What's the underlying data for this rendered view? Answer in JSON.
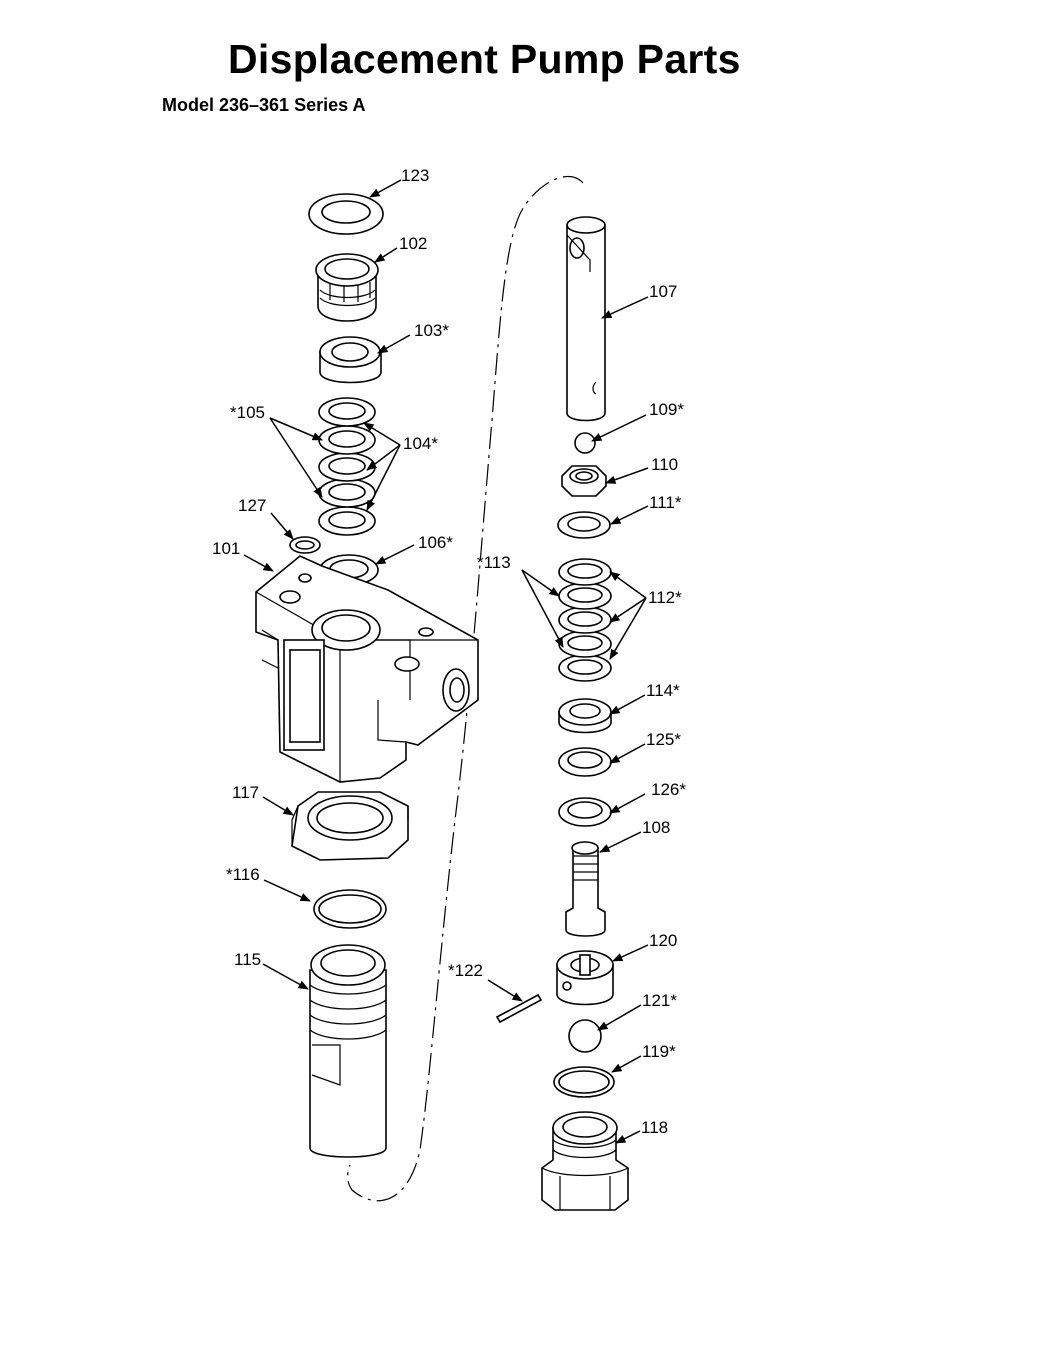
{
  "header": {
    "title": "Displacement Pump Parts",
    "subtitle": "Model 236–361 Series A"
  },
  "callouts": {
    "c101": "101",
    "c102": "102",
    "c103": "103*",
    "c104": "104*",
    "c105": "*105",
    "c106": "106*",
    "c107": "107",
    "c108": "108",
    "c109": "109*",
    "c110": "110",
    "c111": "111*",
    "c112": "112*",
    "c113": "*113",
    "c114": "114*",
    "c115": "115",
    "c116": "*116",
    "c117": "117",
    "c118": "118",
    "c119": "119*",
    "c120": "120",
    "c121": "121*",
    "c122": "*122",
    "c123": "123",
    "c125": "125*",
    "c126": "126*",
    "c127": "127"
  }
}
